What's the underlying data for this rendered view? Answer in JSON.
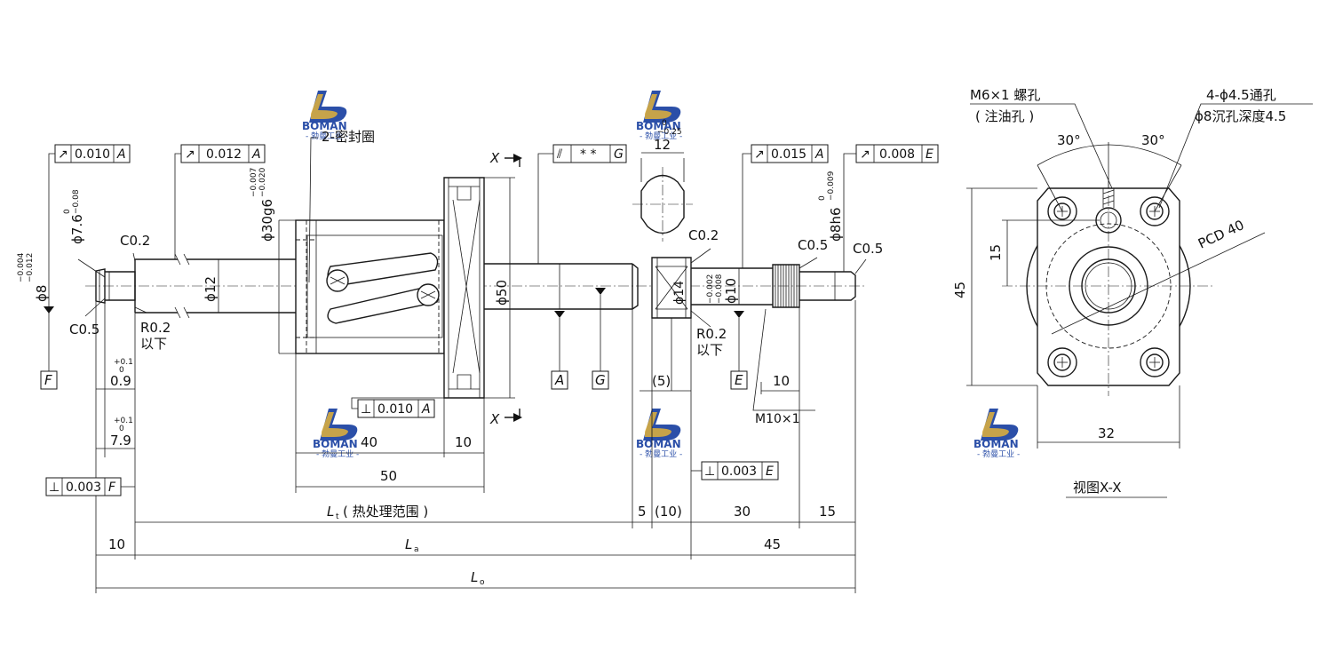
{
  "logo": {
    "brand": "BOMAN",
    "cn": "- 勃曼工业 -"
  },
  "labels": {
    "seal": "2-密封圈",
    "c02a": "C0.2",
    "c05a": "C0.5",
    "c02b": "C0.2",
    "c05b": "C0.5",
    "c05c": "C0.5",
    "r02a": "R0.2",
    "r02b": "R0.2",
    "yixia": "以下",
    "phi76": "ϕ7.6",
    "tol76a": "0",
    "tol76b": "−0.08",
    "phi8": "ϕ8",
    "tol8a": "−0.004",
    "tol8b": "−0.012",
    "phi30g6": "ϕ30g6",
    "tol30a": "−0.007",
    "tol30b": "−0.020",
    "phi12": "ϕ12",
    "phi50": "ϕ50",
    "phi14": "ϕ14",
    "phi10": "ϕ10",
    "tol10a": "−0.002",
    "tol10b": "−0.008",
    "phi8h6": "ϕ8h6",
    "tol8ha": "0",
    "tol8hb": "−0.009",
    "w12": "12",
    "tol12a": "0",
    "tol12b": "−0.25",
    "d09": "0.9",
    "tol09a": "+0.1",
    "tol09b": "0",
    "d79": "7.9",
    "tol79a": "+0.1",
    "tol79b": "0",
    "d40": "40",
    "d10a": "10",
    "d50": "50",
    "d5paren": "(5)",
    "d10b": "10",
    "m10": "M10×1",
    "lt": "L",
    "ltsub": "t",
    "ltcn": "( 热处理范围 )",
    "d5": "5",
    "d10paren": "(10)",
    "d30": "30",
    "d15": "15",
    "d10c": "10",
    "la": "L",
    "lasub": "a",
    "d45": "45",
    "lo": "L",
    "losub": "o",
    "x1": "X",
    "x2": "X",
    "dA": "A",
    "dG": "G",
    "dE": "E",
    "dF": "F"
  },
  "fcf": {
    "f1": {
      "sym": "↗",
      "val": "0.010",
      "ref": "A"
    },
    "f2": {
      "sym": "↗",
      "val": "0.012",
      "ref": "A"
    },
    "f3": {
      "sym": "⫽",
      "val": "* *",
      "ref": "G"
    },
    "f4": {
      "sym": "↗",
      "val": "0.015",
      "ref": "A"
    },
    "f5": {
      "sym": "↗",
      "val": "0.008",
      "ref": "E"
    },
    "f6": {
      "sym": "⊥",
      "val": "0.010",
      "ref": "A"
    },
    "f7": {
      "sym": "⊥",
      "val": "0.003",
      "ref": "E"
    },
    "f8": {
      "sym": "⊥",
      "val": "0.003",
      "ref": "F"
    }
  },
  "side": {
    "m6": "M6×1 螺孔",
    "oil": "( 注油孔 )",
    "holes": "4-ϕ4.5通孔",
    "cbore": "ϕ8沉孔深度4.5",
    "ang1": "30°",
    "ang2": "30°",
    "pcd": "PCD 40",
    "h15": "15",
    "h45": "45",
    "w32": "32",
    "title": "视图X-X"
  }
}
